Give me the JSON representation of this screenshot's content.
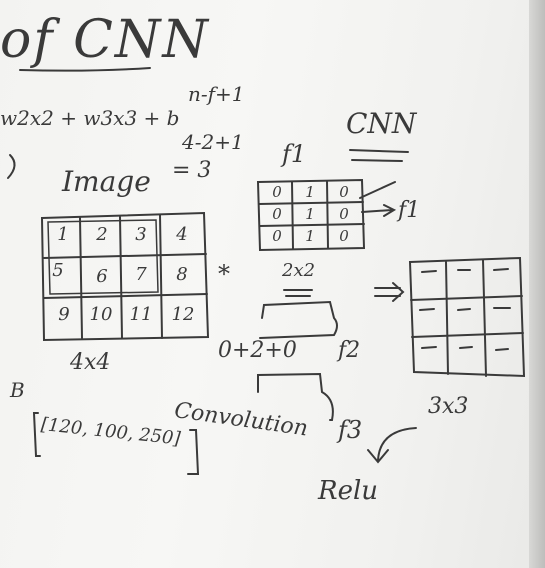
{
  "title": "of CNN",
  "equation": "w2x2 + w3x3 + b",
  "formula": {
    "line1": "n-f+1",
    "line2": "4-2+1",
    "line3": "= 3"
  },
  "cnn_label": "CNN",
  "image_label": "Image",
  "image_grid": [
    [
      "1",
      "2",
      "3",
      "4"
    ],
    [
      "5",
      "6",
      "7",
      "8"
    ],
    [
      "9",
      "10",
      "11",
      "12"
    ]
  ],
  "image_size": "4x4",
  "multiply_sign": "*",
  "filter_label": "f1",
  "filter_grid": [
    [
      "0",
      "1",
      "0"
    ],
    [
      "0",
      "1",
      "0"
    ],
    [
      "0",
      "1",
      "0"
    ]
  ],
  "filter_arrow_label": "f1",
  "filter_size": "2x2",
  "sum_text": "0+2+0",
  "f2_label": "f2",
  "f3_label": "f3",
  "implies": "=>",
  "output_size": "3x3",
  "convolution_label": "Convolution",
  "relu_label": "Relu",
  "b_label": "B",
  "rgb_values": "[120, 100, 250]"
}
